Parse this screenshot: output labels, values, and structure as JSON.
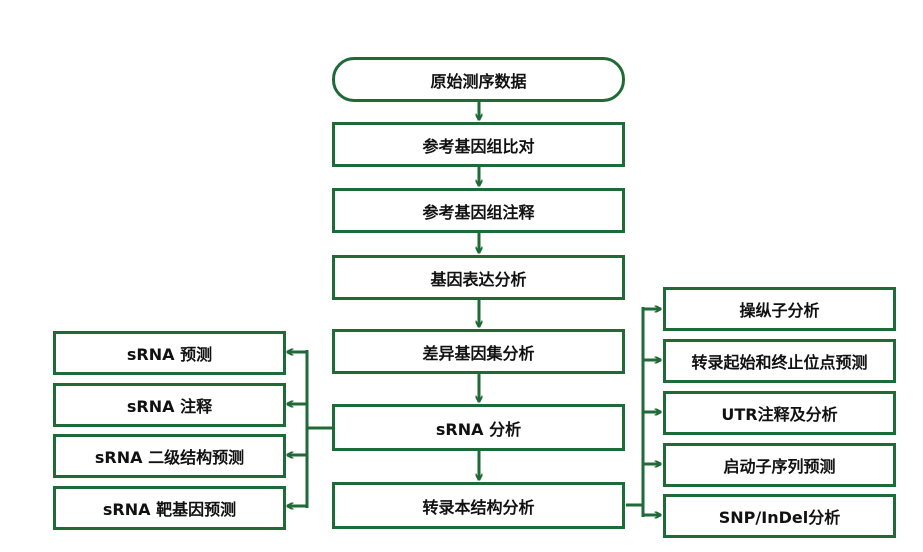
{
  "flow": {
    "raw_data": "原始测序数据",
    "alignment": "参考基因组比对",
    "annotation": "参考基因组注释",
    "expression": "基因表达分析",
    "diff": "差异基因集分析",
    "srna": "sRNA 分析",
    "transcript": "转录本结构分析"
  },
  "left": {
    "predict": "sRNA 预测",
    "annot": "sRNA 注释",
    "secondary": "sRNA 二级结构预测",
    "target": "sRNA 靶基因预测"
  },
  "right": {
    "operon": "操纵子分析",
    "tss_tts": "转录起始和终止位点预测",
    "utr": "UTR注释及分析",
    "promoter": "启动子序列预测",
    "snp": "SNP/InDel分析"
  },
  "colors": {
    "line": "#1e6b37"
  }
}
